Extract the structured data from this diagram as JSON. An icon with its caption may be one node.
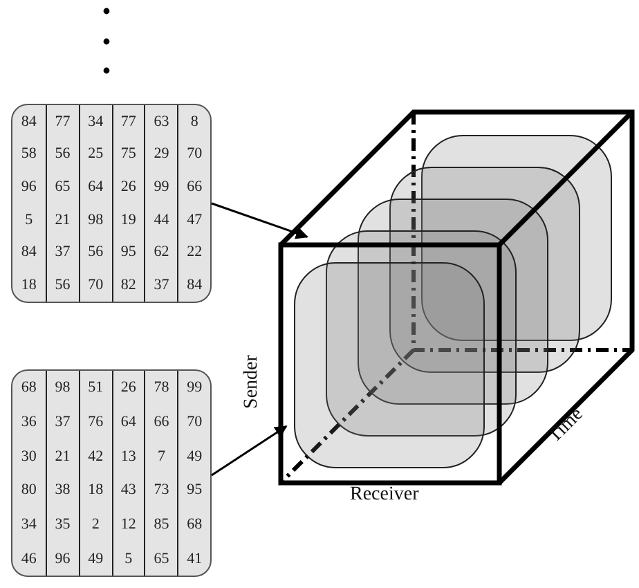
{
  "diagram": {
    "nodes": [
      {
        "text": [
          "84",
          "77",
          "34",
          "77",
          "63",
          "8",
          "58",
          "56",
          "25",
          "75",
          "29",
          "70",
          "96",
          "65",
          "64",
          "26",
          "99",
          "66",
          "5",
          "21",
          "98",
          "19",
          "44",
          "47",
          "84",
          "37",
          "56",
          "95",
          "62",
          "22",
          "18",
          "56",
          "70",
          "82",
          "37",
          "84"
        ]
      },
      {
        "text": [
          "68",
          "98",
          "51",
          "26",
          "78",
          "99",
          "36",
          "37",
          "76",
          "64",
          "66",
          "70",
          "30",
          "21",
          "42",
          "13",
          "7",
          "49",
          "80",
          "38",
          "18",
          "43",
          "73",
          "95",
          "34",
          "35",
          "2",
          "12",
          "85",
          "68",
          "46",
          "96",
          "49",
          "5",
          "65",
          "41"
        ]
      },
      {
        "text": [],
        "shape": "cube"
      }
    ],
    "edges": [
      {
        "from": 0,
        "to": 2,
        "arrow": "to"
      },
      {
        "from": 1,
        "to": 2,
        "arrow": "to"
      }
    ],
    "labels": [
      "Sender",
      "Receiver",
      "Time"
    ]
  }
}
